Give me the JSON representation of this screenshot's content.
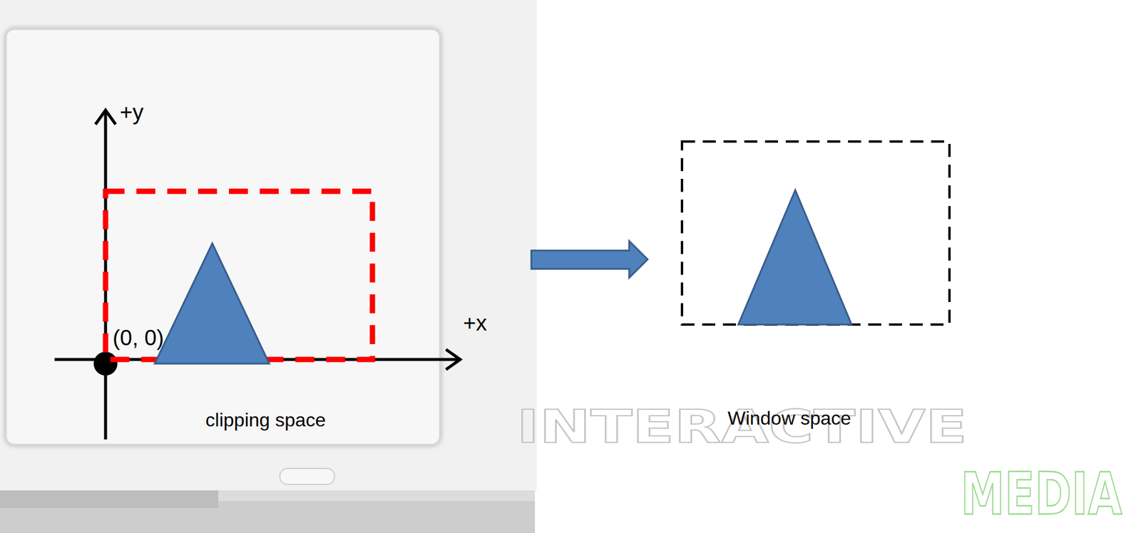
{
  "diagram": {
    "labels": [
      "+y",
      "(0, 0)",
      "+x",
      "clipping space",
      "Window space",
      "INTERACTIVE",
      "MEDIA"
    ]
  }
}
